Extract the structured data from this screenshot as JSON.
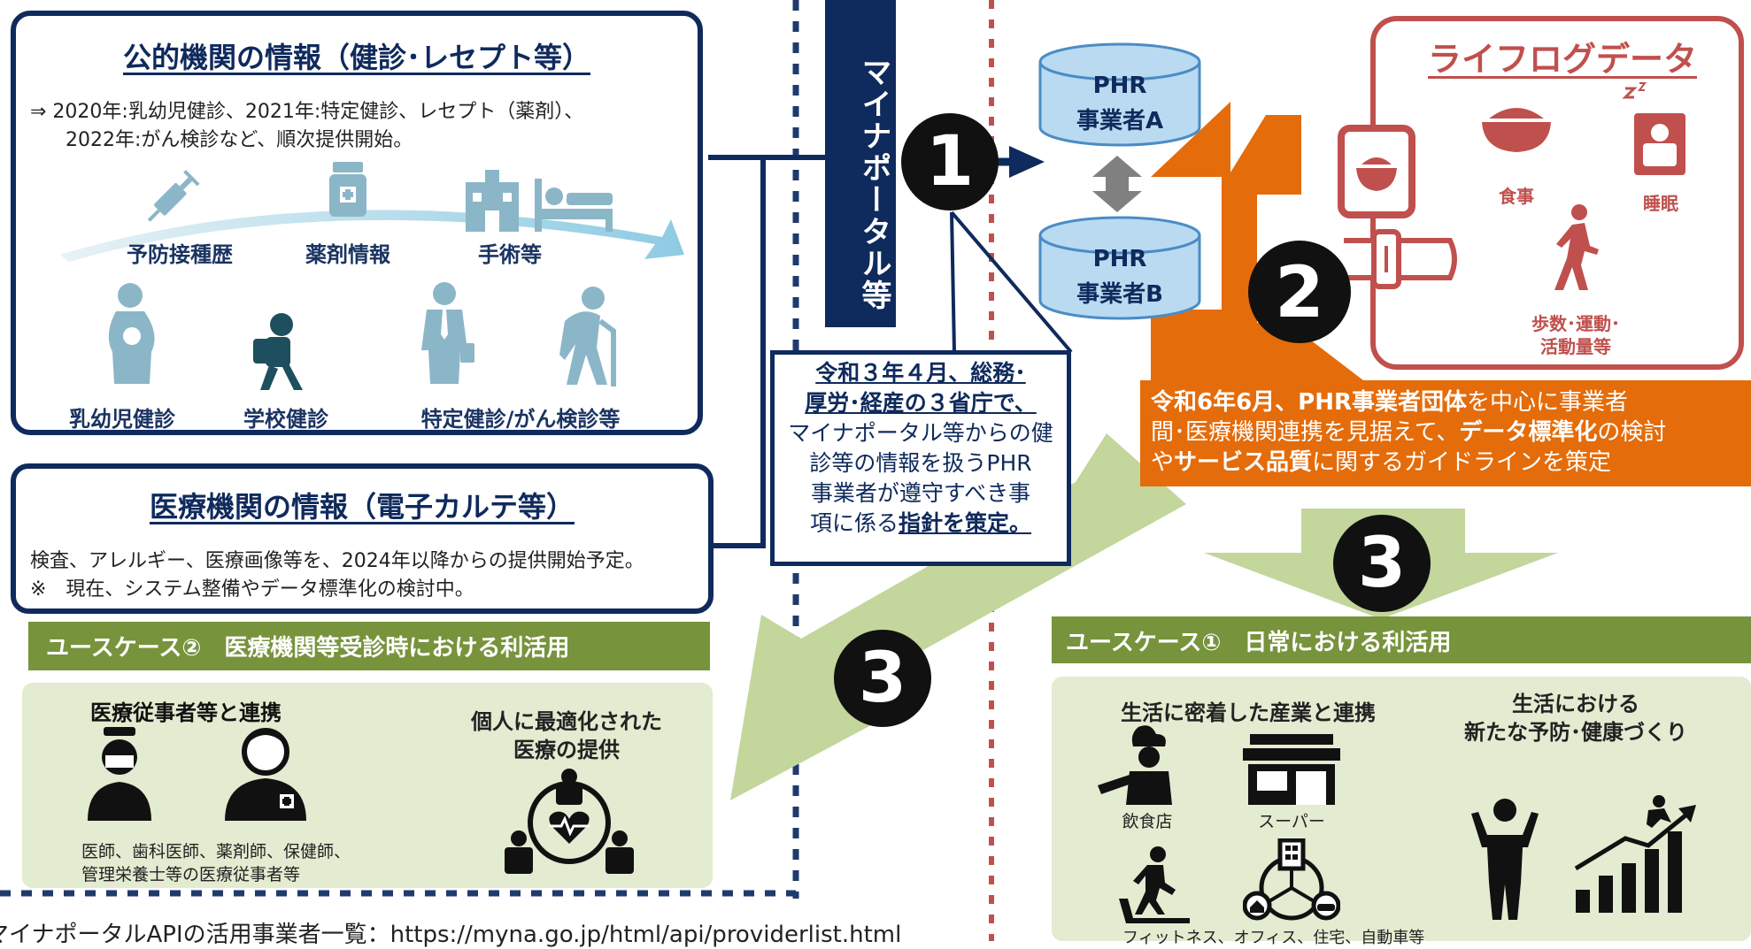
{
  "public_box": {
    "title": "公的機関の情報（健診･レセプト等）",
    "line1": "⇒ 2020年:乳幼児健診、2021年:特定健診、レセプト（薬剤）、",
    "line2": "2022年:がん検診など、順次提供開始。",
    "items": {
      "vaccination": "予防接種歴",
      "medication": "薬剤情報",
      "surgery": "手術等",
      "infant": "乳幼児健診",
      "school": "学校健診",
      "specific": "特定健診/がん検診等"
    }
  },
  "medical_box": {
    "title": "医療機関の情報（電子カルテ等）",
    "line1": "検査、アレルギー、医療画像等を、2024年以降からの提供開始予定。",
    "line2": "※　現在、システム整備やデータ標準化の検討中。"
  },
  "myna_portal": "マイナポータル等",
  "step_numbers": {
    "one": "1",
    "two": "2",
    "three_left": "3",
    "three_right": "3"
  },
  "phr": {
    "a": {
      "line1": "PHR",
      "line2": "事業者A"
    },
    "b": {
      "line1": "PHR",
      "line2": "事業者B"
    }
  },
  "lifelog": {
    "title": "ライフログデータ",
    "meal": "食事",
    "sleep": "睡眠",
    "steps_line1": "歩数･運動･",
    "steps_line2": "活動量等"
  },
  "guideline_box": {
    "l1": "令和３年４月、総務･",
    "l2": "厚労･経産の３省庁で、",
    "l3": "マイナポータル等からの健",
    "l4": "診等の情報を扱うPHR",
    "l5": "事業者が遵守すべき事",
    "l6_pre": "項に係る",
    "l6_bold": "指針を策定。"
  },
  "orange_box": {
    "l1_bold": "令和6年6月、PHR事業者団体",
    "l1_rest": "を中心に事業者",
    "l2_pre": "間･医療機関連携を見据えて、",
    "l2_bold": "データ標準化",
    "l2_post": "の検討",
    "l3_pre": "や",
    "l3_bold": "サービス品質",
    "l3_post": "に関するガイドラインを策定"
  },
  "usecase2": {
    "header": "ユースケース②　医療機関等受診時における利活用",
    "left_title": "医療従事者等と連携",
    "right_title_1": "個人に最適化された",
    "right_title_2": "医療の提供",
    "caption_1": "医師、歯科医師、薬剤師、保健師、",
    "caption_2": "管理栄養士等の医療従事者等"
  },
  "usecase1": {
    "header": "ユースケース①　日常における利活用",
    "left_title": "生活に密着した産業と連携",
    "right_title_1": "生活における",
    "right_title_2": "新たな予防･健康づくり",
    "restaurant": "飲食店",
    "supermarket": "スーパー",
    "bottom_caption": "フィットネス、オフィス、住宅、自動車等"
  },
  "footer_text": "マイナポータルAPIの活用事業者一覧：https://myna.go.jp/html/api/providerlist.html",
  "colors": {
    "navy": "#0f2a5c",
    "orange": "#e46c0a",
    "red": "#c0504d",
    "green_header": "#77933c",
    "green_light": "#c3d69b",
    "green_panel": "#e3ebd0",
    "phr_fill": "#b9daf0",
    "icon_teal": "#8bb6c8"
  }
}
